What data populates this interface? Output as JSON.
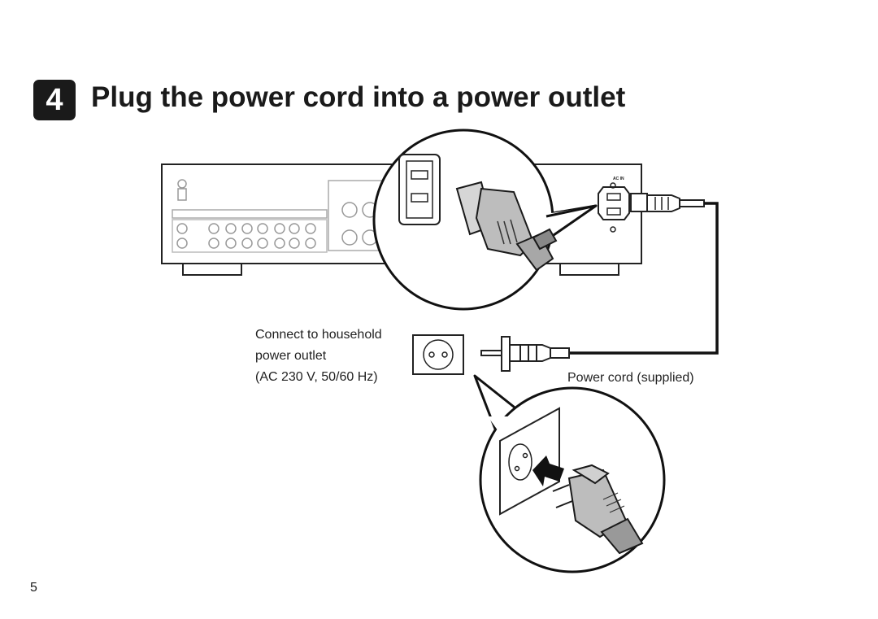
{
  "step": {
    "number": "4",
    "title": "Plug the power cord into a power outlet"
  },
  "labels": {
    "household_line1": "Connect to household",
    "household_line2": "power outlet",
    "household_line3": "(AC 230 V, 50/60 Hz)",
    "power_cord": "Power cord (supplied)",
    "ac_in": "AC IN"
  },
  "page_number": "5"
}
